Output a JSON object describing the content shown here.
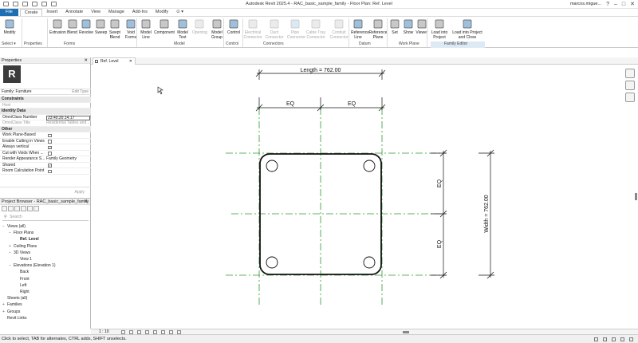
{
  "app": {
    "title": "Autodesk Revit 2025.4 - RAC_basic_sample_family - Floor Plan: Ref. Level"
  },
  "window": {
    "user": "marcos.migue..."
  },
  "tabs": [
    "File",
    "Create",
    "Insert",
    "Annotate",
    "View",
    "Manage",
    "Add-Ins",
    "Modify",
    "⊙ ▾"
  ],
  "active_tab": "Create",
  "ribbon": {
    "buttons": [
      {
        "label": "Modify",
        "icon": "cursor-icon"
      },
      {
        "label": "Extrusion",
        "icon": "extrusion-icon"
      },
      {
        "label": "Blend",
        "icon": "blend-icon"
      },
      {
        "label": "Revolve",
        "icon": "revolve-icon"
      },
      {
        "label": "Sweep",
        "icon": "sweep-icon"
      },
      {
        "label": "Swept Blend",
        "icon": "swept-blend-icon"
      },
      {
        "label": "Void Forms",
        "icon": "void-forms-icon"
      },
      {
        "label": "Model Line",
        "icon": "model-line-icon"
      },
      {
        "label": "Component",
        "icon": "component-icon"
      },
      {
        "label": "Model Text",
        "icon": "model-text-icon"
      },
      {
        "label": "Opening",
        "icon": "opening-icon"
      },
      {
        "label": "Model Group",
        "icon": "model-group-icon"
      },
      {
        "label": "Control",
        "icon": "control-icon"
      },
      {
        "label": "Electrical Connector",
        "icon": "electrical-connector-icon"
      },
      {
        "label": "Duct Connector",
        "icon": "duct-connector-icon"
      },
      {
        "label": "Pipe Connector",
        "icon": "pipe-connector-icon"
      },
      {
        "label": "Cable Tray Connector",
        "icon": "cable-tray-connector-icon"
      },
      {
        "label": "Conduit Connector",
        "icon": "conduit-connector-icon"
      },
      {
        "label": "Reference Line",
        "icon": "reference-line-icon"
      },
      {
        "label": "Reference Plane",
        "icon": "reference-plane-icon"
      },
      {
        "label": "Set",
        "icon": "set-workplane-icon"
      },
      {
        "label": "Show",
        "icon": "show-workplane-icon"
      },
      {
        "label": "Viewer",
        "icon": "viewer-icon"
      },
      {
        "label": "Load into Project",
        "icon": "load-into-project-icon"
      },
      {
        "label": "Load into Project and Close",
        "icon": "load-close-icon"
      }
    ],
    "panels": [
      "Select ▾",
      "Properties",
      "Forms",
      "Model",
      "Control",
      "Connectors",
      "Datum",
      "Work Plane",
      "Family Editor"
    ]
  },
  "properties": {
    "title": "Properties",
    "family": "Family: Furniture",
    "edit_type": "Edit Type",
    "rows": [
      {
        "label": "Constraints",
        "section": true
      },
      {
        "label": "Host",
        "value": "",
        "gray": true
      },
      {
        "label": "Identity Data",
        "section": true
      },
      {
        "label": "OmniClass Number",
        "value": "23.40.20.14.17",
        "input": true
      },
      {
        "label": "OmniClass Title",
        "value": "Residential Tables and ...",
        "gray": true
      },
      {
        "label": "Other",
        "section": true
      },
      {
        "label": "Work Plane-Based",
        "check": false
      },
      {
        "label": "Enable Cutting in Views",
        "check": false
      },
      {
        "label": "Always vertical",
        "check": true
      },
      {
        "label": "Cut with Voids When ...",
        "check": false
      },
      {
        "label": "Render Appearance S...",
        "value": "Family Geometry"
      },
      {
        "label": "Shared",
        "check": true
      },
      {
        "label": "Room Calculation Point",
        "check": false
      }
    ],
    "apply": "Apply"
  },
  "browser": {
    "title": "Project Browser - RAC_basic_sample_family",
    "search_placeholder": "Search",
    "tree": [
      {
        "label": "Views (all)",
        "level": 0,
        "toggle": "−"
      },
      {
        "label": "Floor Plans",
        "level": 1,
        "toggle": "−"
      },
      {
        "label": "Ref. Level",
        "level": 2,
        "toggle": "",
        "bold": true
      },
      {
        "label": "Ceiling Plans",
        "level": 1,
        "toggle": "+"
      },
      {
        "label": "3D Views",
        "level": 1,
        "toggle": "−"
      },
      {
        "label": "View 1",
        "level": 2,
        "toggle": ""
      },
      {
        "label": "Elevations (Elevation 1)",
        "level": 1,
        "toggle": "−"
      },
      {
        "label": "Back",
        "level": 2,
        "toggle": ""
      },
      {
        "label": "Front",
        "level": 2,
        "toggle": ""
      },
      {
        "label": "Left",
        "level": 2,
        "toggle": ""
      },
      {
        "label": "Right",
        "level": 2,
        "toggle": ""
      },
      {
        "label": "Sheets (all)",
        "level": 0,
        "toggle": ""
      },
      {
        "label": "Families",
        "level": 0,
        "toggle": "+"
      },
      {
        "label": "Groups",
        "level": 0,
        "toggle": "+"
      },
      {
        "label": "Revit Links",
        "level": 0,
        "toggle": ""
      }
    ]
  },
  "view_tab": {
    "label": "Ref. Level"
  },
  "drawing": {
    "length_label": "Length = 762.00",
    "width_label": "Width = 762.00",
    "eq_label": "EQ"
  },
  "view_control": {
    "scale": "1 : 10"
  },
  "status": {
    "text": "Click to select, TAB for alternates, CTRL adds, SHIFT unselects."
  },
  "colors": {
    "accent": "#1d6fb5",
    "refplane": "#2e9b2e"
  }
}
